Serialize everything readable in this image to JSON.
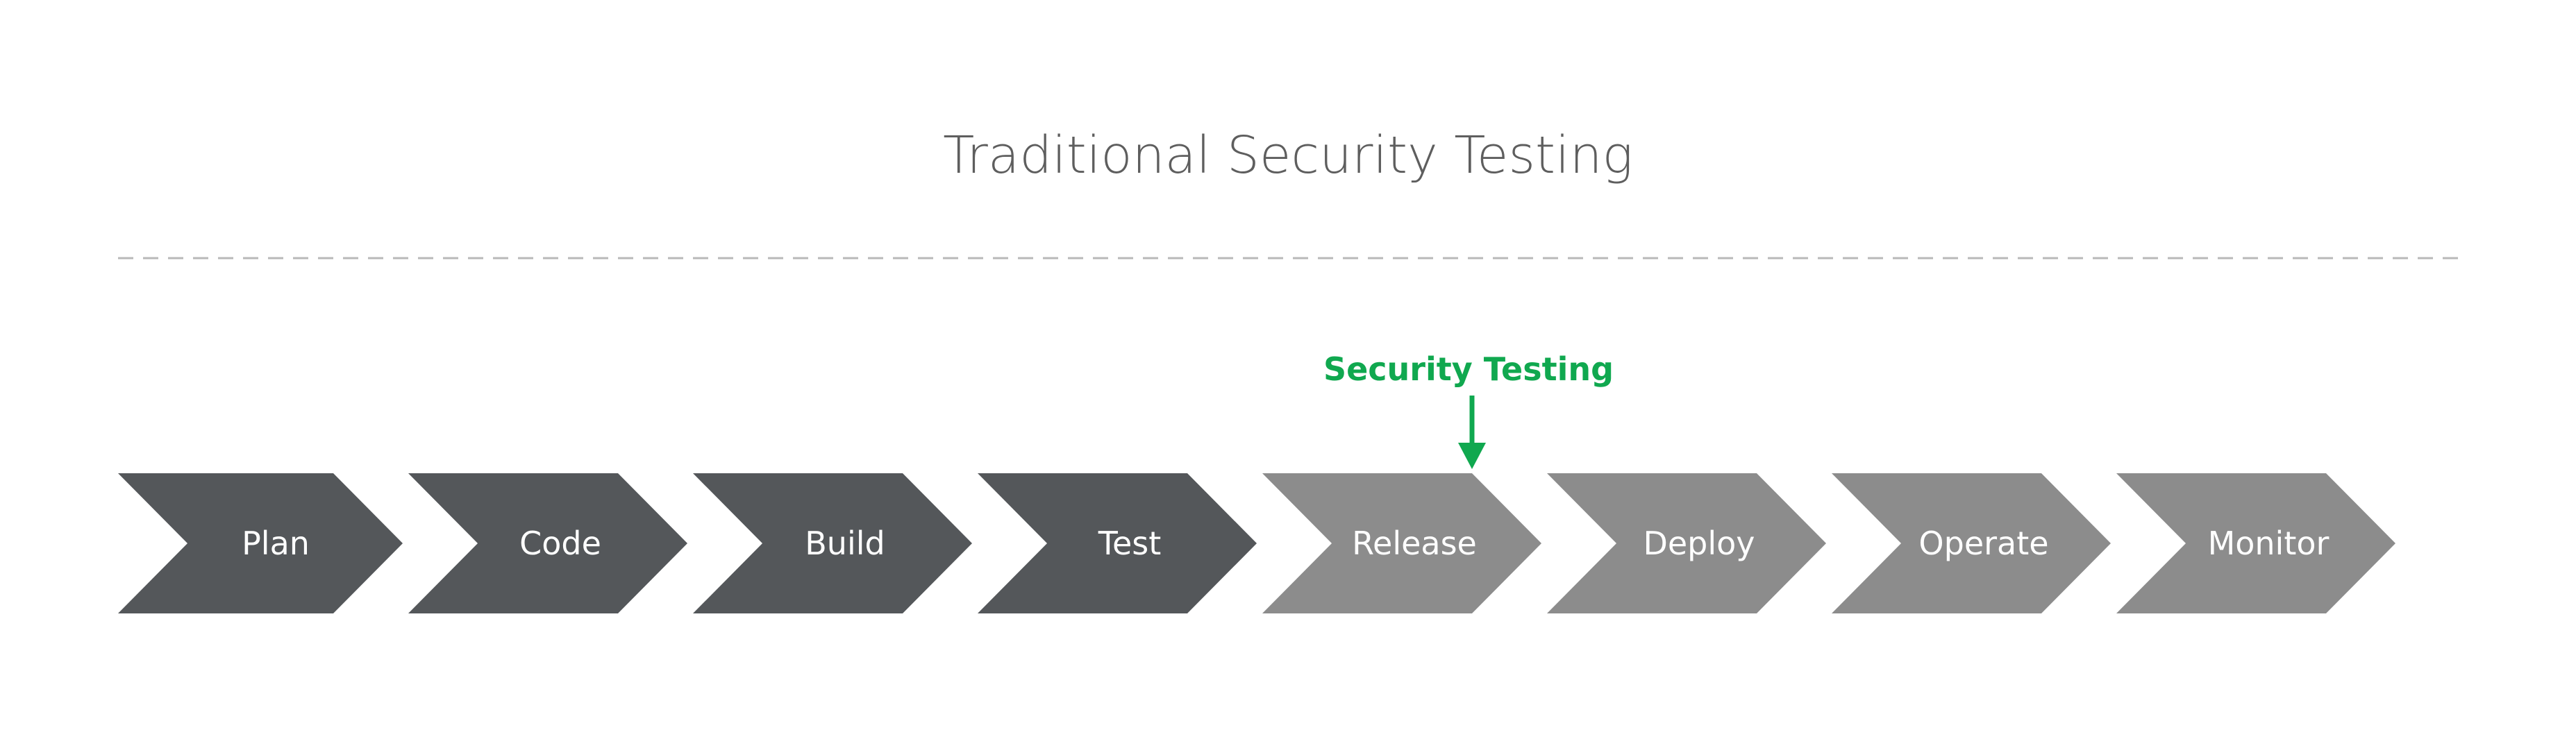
{
  "title": "Traditional Security Testing",
  "marker": {
    "label": "Security Testing",
    "after_stage_index": 4
  },
  "stages": [
    {
      "label": "Plan",
      "shade": "dark"
    },
    {
      "label": "Code",
      "shade": "dark"
    },
    {
      "label": "Build",
      "shade": "dark"
    },
    {
      "label": "Test",
      "shade": "dark"
    },
    {
      "label": "Release",
      "shade": "light"
    },
    {
      "label": "Deploy",
      "shade": "light"
    },
    {
      "label": "Operate",
      "shade": "light"
    },
    {
      "label": "Monitor",
      "shade": "light"
    }
  ],
  "colors": {
    "dark": "#54575a",
    "light": "#8c8c8c",
    "accent": "#10a84f",
    "title": "#5e5e5e",
    "divider": "#b8b8b8",
    "stage_text": "#ffffff"
  }
}
